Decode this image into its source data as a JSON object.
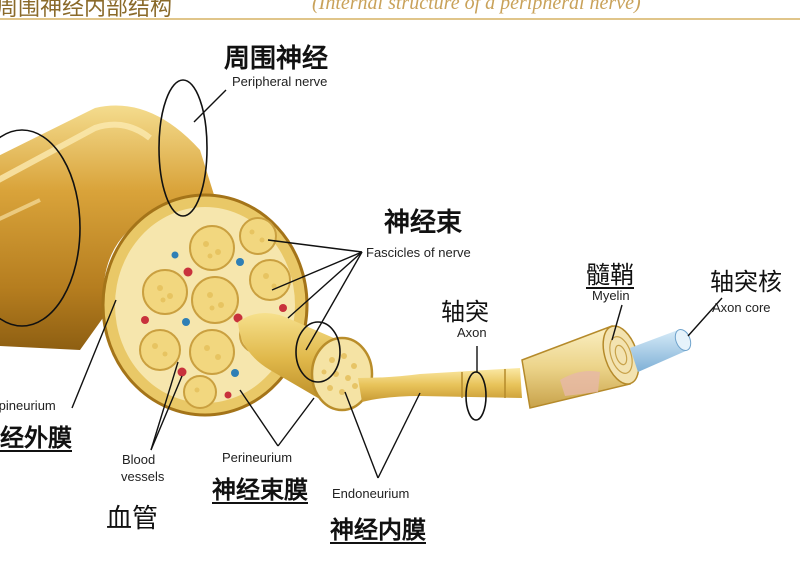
{
  "header": {
    "title_zh": "周围神经内部结构",
    "title_en": "(Internal structure of a peripheral nerve)"
  },
  "labels": {
    "peripheral_nerve_zh": "周围神经",
    "peripheral_nerve_en": "Peripheral nerve",
    "fascicles_zh": "神经束",
    "fascicles_en": "Fascicles of nerve",
    "axon_zh": "轴突",
    "axon_en": "Axon",
    "myelin_zh": "髓鞘",
    "myelin_en": "Myelin",
    "axon_core_zh": "轴突核",
    "axon_core_en": "Axon core",
    "epineurium_en": "Epineurium",
    "epineurium_zh": "神经外膜",
    "blood_vessels_en_1": "Blood",
    "blood_vessels_en_2": "vessels",
    "blood_vessels_zh": "血管",
    "perineurium_en": "Perineurium",
    "perineurium_zh": "神经束膜",
    "endoneurium_en": "Endoneurium",
    "endoneurium_zh": "神经内膜"
  },
  "colors": {
    "gold_dark": "#b8860b",
    "gold_mid": "#daa520",
    "gold_light": "#f3d98a",
    "cream": "#f7e9b8",
    "vessel_red": "#c8323c",
    "vessel_blue": "#2f7fb5",
    "axon_core_blue": "#9fc6e6"
  }
}
